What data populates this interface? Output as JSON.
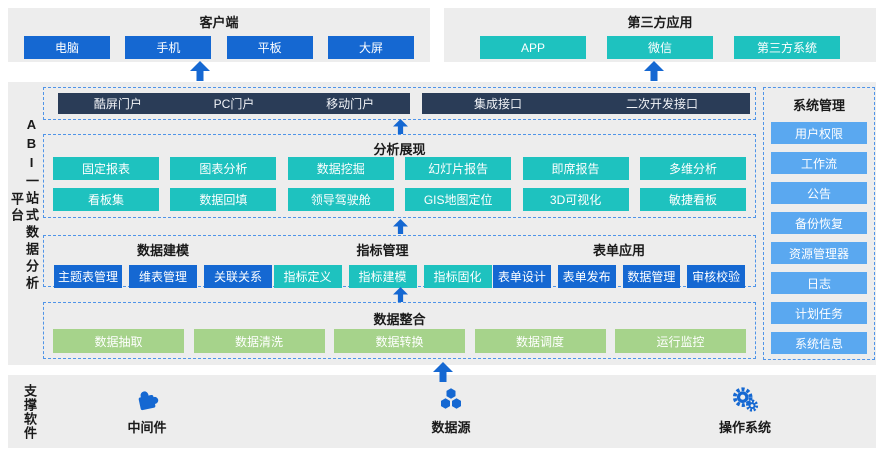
{
  "colors": {
    "primary_blue": "#1568d2",
    "teal": "#1ec2bf",
    "navy_bar": "#2a3c57",
    "light_blue": "#5aa8f0",
    "green": "#a6d38b",
    "panel_gray": "#ededed",
    "dashed_border": "#4f94e8",
    "arrow_blue": "#1568d2"
  },
  "client": {
    "title": "客户端",
    "items": [
      "电脑",
      "手机",
      "平板",
      "大屏"
    ]
  },
  "third_party": {
    "title": "第三方应用",
    "items": [
      "APP",
      "微信",
      "第三方系统"
    ]
  },
  "platform_label": {
    "line1": "ABI一站式数据分析",
    "line2": "平台"
  },
  "portal_bar": {
    "left": [
      "酷屏门户",
      "PC门户",
      "移动门户"
    ],
    "right": [
      "集成接口",
      "二次开发接口"
    ]
  },
  "analysis": {
    "title": "分析展现",
    "row1": [
      "固定报表",
      "图表分析",
      "数据挖掘",
      "幻灯片报告",
      "即席报告",
      "多维分析"
    ],
    "row2": [
      "看板集",
      "数据回填",
      "领导驾驶舱",
      "GIS地图定位",
      "3D可视化",
      "敏捷看板"
    ]
  },
  "modeling": {
    "groups": [
      {
        "title": "数据建模",
        "items": [
          "主题表管理",
          "维表管理",
          "关联关系"
        ]
      },
      {
        "title": "指标管理",
        "items": [
          "指标定义",
          "指标建模",
          "指标固化"
        ]
      },
      {
        "title": "表单应用",
        "items": [
          "表单设计",
          "表单发布",
          "数据管理",
          "审核校验"
        ]
      }
    ]
  },
  "integration": {
    "title": "数据整合",
    "items": [
      "数据抽取",
      "数据清洗",
      "数据转换",
      "数据调度",
      "运行监控"
    ]
  },
  "system": {
    "title": "系统管理",
    "items": [
      "用户权限",
      "工作流",
      "公告",
      "备份恢复",
      "资源管理器",
      "日志",
      "计划任务",
      "系统信息"
    ]
  },
  "support": {
    "label": "支撑软件",
    "items": [
      {
        "label": "中间件",
        "icon": "puzzle-icon"
      },
      {
        "label": "数据源",
        "icon": "hexagons-icon"
      },
      {
        "label": "操作系统",
        "icon": "gears-icon"
      }
    ]
  }
}
